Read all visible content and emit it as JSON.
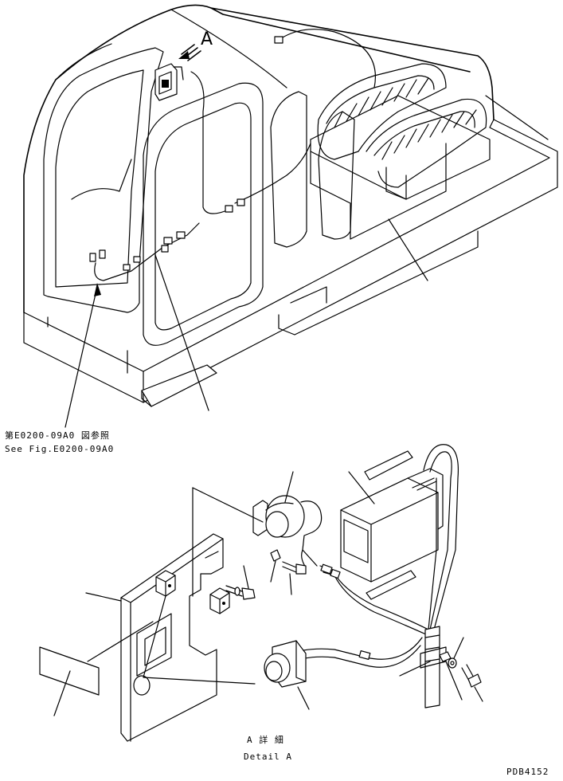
{
  "view_marker": "A",
  "reference": {
    "jp": "第E0200-09A0 図参照",
    "en": "See Fig.E0200-09A0"
  },
  "detail_caption": {
    "jp": "A 詳 細",
    "en": "Detail A"
  },
  "drawing_number": "PDB4152"
}
